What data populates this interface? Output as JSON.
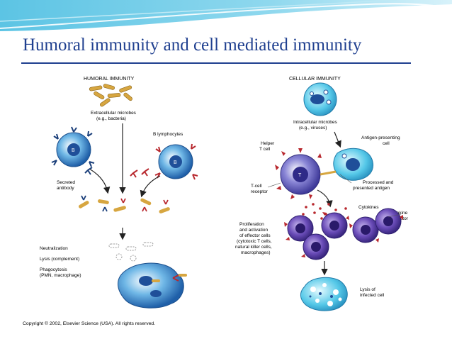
{
  "slide": {
    "title": "Humoral immunity and cell mediated immunity"
  },
  "humoral": {
    "heading": "HUMORAL IMMUNITY",
    "microbes_1": "Extracellular microbes",
    "microbes_2": "(e.g., bacteria)",
    "b_lymphocytes": "B lymphocytes",
    "b_label": "B",
    "secreted_1": "Secreted",
    "secreted_2": "antibody",
    "neutralization": "Neutralization",
    "lysis": "Lysis (complement)",
    "phago_1": "Phagocytosis",
    "phago_2": "(PMN, macrophage)"
  },
  "cellular": {
    "heading": "CELLULAR IMMUNITY",
    "microbes_1": "Intracellular microbes",
    "microbes_2": "(e.g., viruses)",
    "apc_1": "Antigen-presenting",
    "apc_2": "cell",
    "helper_1": "Helper",
    "helper_2": "T cell",
    "t_label": "T",
    "tcr_1": "T-cell",
    "tcr_2": "receptor",
    "processed_1": "Processed and",
    "processed_2": "presented antigen",
    "cytokines": "Cytokines",
    "cyt_rec_1": "Cytokine",
    "cyt_rec_2": "receptor",
    "prolif_1": "Proliferation",
    "prolif_2": "and activation",
    "prolif_3": "of effector cells",
    "prolif_4": "(cytotoxic T cells,",
    "prolif_5": "natural killer cells,",
    "prolif_6": "macrophages)",
    "lysis_1": "Lysis of",
    "lysis_2": "infected cell"
  },
  "copyright": "Copyright © 2002, Elsevier Science (USA). All rights reserved.",
  "colors": {
    "title": "#1f3f8f",
    "header_teal": "#3fb3d6",
    "cell_blue": "#2f6fb8",
    "t_cell_purple": "#5a4ba8",
    "antibody_red": "#b8282e",
    "bacteria_tan": "#d7a640"
  }
}
